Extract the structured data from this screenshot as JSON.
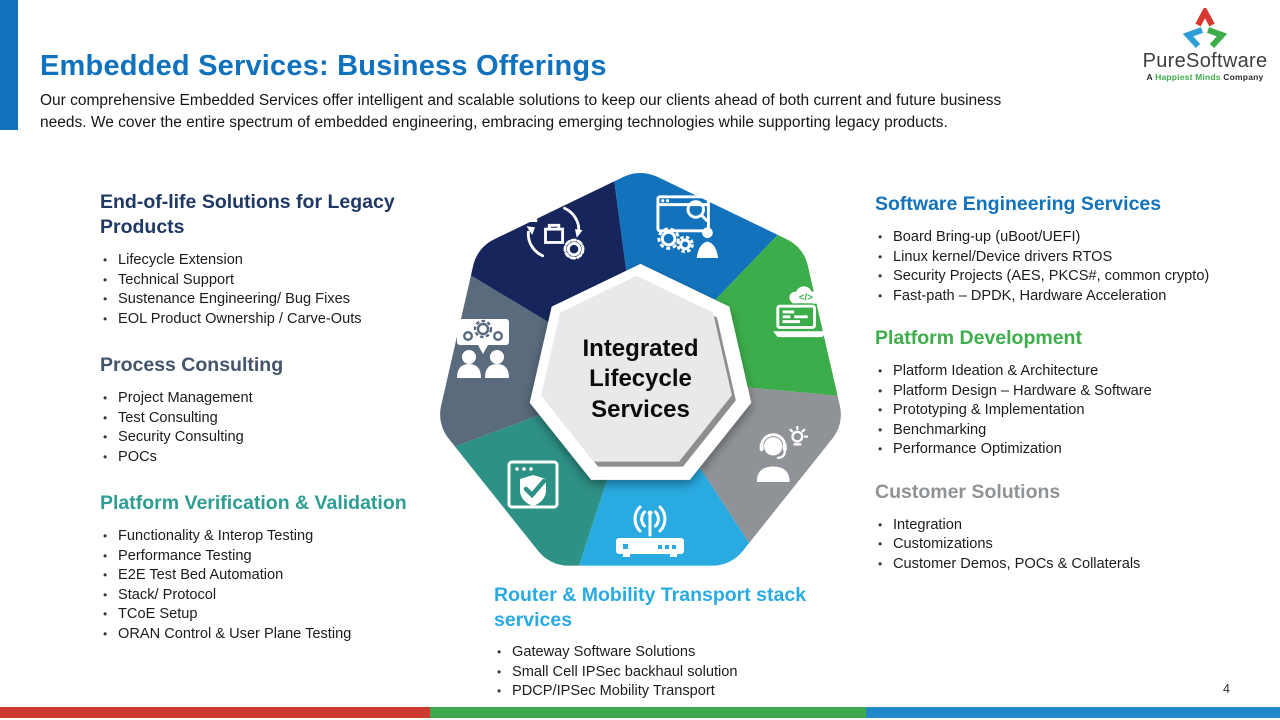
{
  "header": {
    "title": "Embedded Services: Business Offerings",
    "intro": "Our comprehensive Embedded Services offer intelligent and scalable solutions to keep our clients ahead of both current and future business needs. We cover the entire spectrum of embedded engineering, embracing emerging technologies while supporting legacy products."
  },
  "logo": {
    "name": "PureSoftware",
    "tagline": [
      "A ",
      "Happiest Minds",
      " Company"
    ]
  },
  "colors": {
    "accent_blue": "#1072BC",
    "title_blue": "#1072BC",
    "logo_green": "#3EAD4B",
    "logo_text": "#3E3E40"
  },
  "diagram": {
    "center_lines": [
      "Integrated",
      "Lifecycle",
      "Services"
    ],
    "segments": [
      {
        "name": "end-of-life-legacy",
        "icon": "lifecycle-icon",
        "color": "#16265C"
      },
      {
        "name": "software-engineering",
        "icon": "engineer-window-icon",
        "color": "#1273BC"
      },
      {
        "name": "platform-development",
        "icon": "cloud-code-laptop-icon",
        "color": "#3CAD4B"
      },
      {
        "name": "customer-solutions",
        "icon": "support-person-icon",
        "color": "#8F9296"
      },
      {
        "name": "router-mobility",
        "icon": "router-antenna-icon",
        "color": "#29ABE2"
      },
      {
        "name": "platform-verification",
        "icon": "shield-check-window-icon",
        "color": "#2E9186"
      },
      {
        "name": "process-consulting",
        "icon": "team-gears-icon",
        "color": "#5A6B7D"
      }
    ]
  },
  "sections": {
    "left": [
      {
        "heading": "End-of-life Solutions for Legacy Products",
        "color": "#1F3864",
        "items": [
          "Lifecycle Extension",
          "Technical Support",
          "Sustenance Engineering/ Bug Fixes",
          "EOL Product Ownership / Carve-Outs"
        ]
      },
      {
        "heading": "Process Consulting",
        "color": "#44546A",
        "items": [
          "Project Management",
          "Test Consulting",
          "Security Consulting",
          "POCs"
        ]
      },
      {
        "heading": "Platform Verification & Validation",
        "color": "#2E9E93",
        "items": [
          "Functionality & Interop Testing",
          "Performance Testing",
          "E2E Test Bed Automation",
          "Stack/ Protocol",
          "TCoE Setup",
          "ORAN Control & User Plane Testing"
        ]
      }
    ],
    "right": [
      {
        "heading": "Software Engineering Services",
        "color": "#1273BC",
        "items": [
          "Board Bring-up (uBoot/UEFI)",
          "Linux kernel/Device drivers RTOS",
          "Security Projects (AES, PKCS#, common crypto)",
          "Fast-path – DPDK, Hardware Acceleration"
        ]
      },
      {
        "heading": "Platform Development",
        "color": "#3EAD4B",
        "items": [
          "Platform Ideation & Architecture",
          "Platform Design – Hardware & Software",
          "Prototyping & Implementation",
          "Benchmarking",
          "Performance Optimization"
        ]
      },
      {
        "heading": "Customer Solutions",
        "color": "#909396",
        "items": [
          "Integration",
          "Customizations",
          "Customer Demos, POCs & Collaterals"
        ]
      }
    ],
    "bottom": {
      "heading": "Router & Mobility Transport stack services",
      "color": "#29ABE2",
      "items": [
        "Gateway Software Solutions",
        "Small Cell IPSec backhaul solution",
        "PDCP/IPSec Mobility Transport"
      ]
    }
  },
  "footer": {
    "page_number": "4",
    "bar_colors": [
      "#CE3A31",
      "#3EA94C",
      "#2189C9"
    ]
  }
}
